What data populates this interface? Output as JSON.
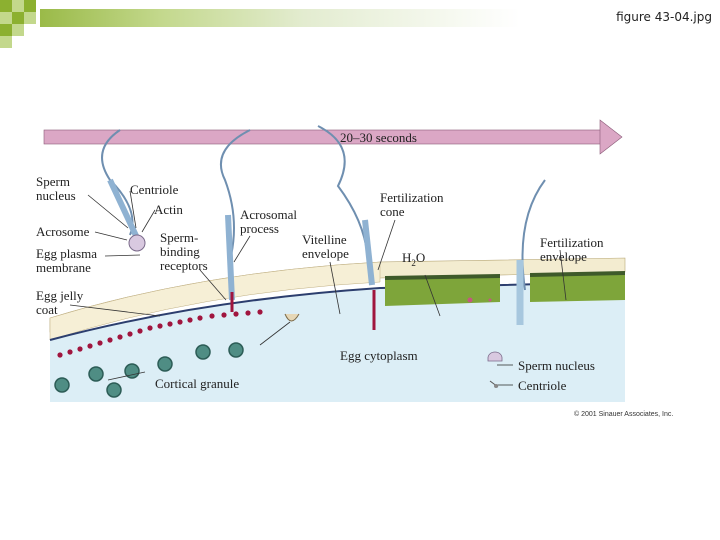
{
  "slide": {
    "title": "figure 43-04.jpg"
  },
  "colors": {
    "green_dark": "#8cb030",
    "green_light": "#c3d88c",
    "arrow": "#dba7c5",
    "jelly": "#f3ecd0",
    "cytoplasm": "#dceef6",
    "granule": "#4f8d84",
    "membrane_dot": "#a0153e"
  },
  "diagram": {
    "arrow_label": "20–30 seconds",
    "labels": {
      "sperm_nucleus": [
        "Sperm",
        "nucleus"
      ],
      "centriole": "Centriole",
      "actin": "Actin",
      "acrosome": "Acrosome",
      "egg_plasma_membrane": [
        "Egg plasma",
        "membrane"
      ],
      "egg_jelly_coat": [
        "Egg jelly",
        "coat"
      ],
      "sperm_binding_receptors": [
        "Sperm-",
        "binding",
        "receptors"
      ],
      "acrosomal_process": [
        "Acrosomal",
        "process"
      ],
      "vitelline_envelope": [
        "Vitelline",
        "envelope"
      ],
      "fertilization_cone": [
        "Fertilization",
        "cone"
      ],
      "water": "H",
      "water_sub": "2",
      "water_o": "O",
      "fertilization_envelope": [
        "Fertilization",
        "envelope"
      ],
      "egg_cytoplasm": "Egg cytoplasm",
      "cortical_granule": "Cortical granule",
      "legend_sperm_nucleus": "Sperm nucleus",
      "legend_centriole": "Centriole"
    },
    "copyright": "© 2001 Sinauer Associates, Inc."
  }
}
